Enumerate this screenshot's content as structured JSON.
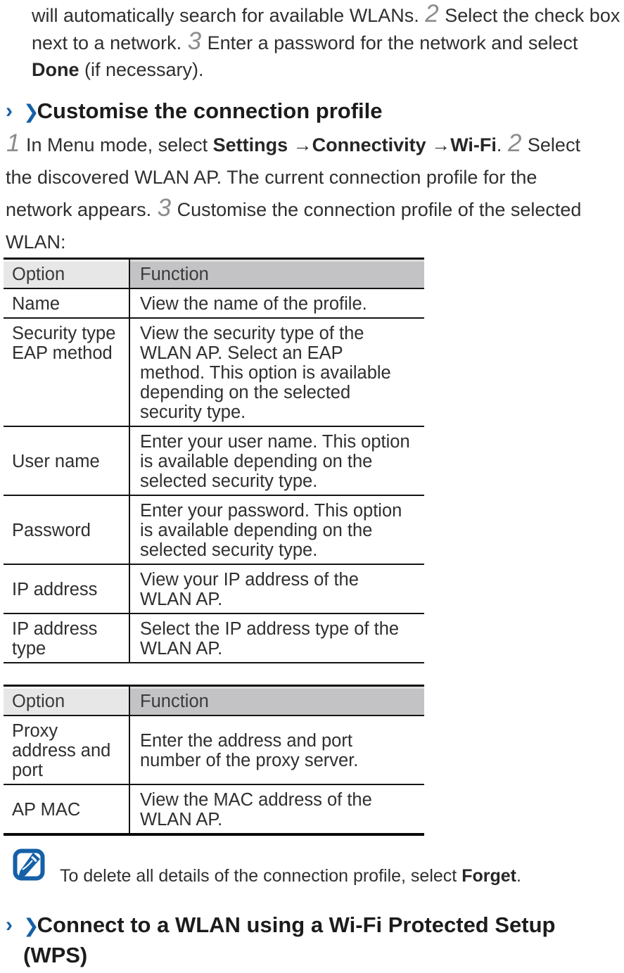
{
  "intro": {
    "lines": [
      {
        "t1": "will automatically search for available WLANs. ",
        "num": "2",
        "t2": " Select the check box"
      },
      {
        "t1": "next to a network. ",
        "num": "3",
        "t2": " Enter a password for the network and select"
      },
      {
        "b": "Done",
        "t2": " (if necessary)."
      }
    ]
  },
  "heading1": {
    "marker": "›",
    "arrow": "❯",
    "title": "Customise the connection profile"
  },
  "steps": {
    "line1": {
      "num": "1",
      "t1": " In Menu mode, select ",
      "b1": "Settings",
      "t2": " →",
      "b2": "Connectivity",
      "t3": " →",
      "b3": "Wi-Fi",
      "t4": ". ",
      "num2": "2",
      "t5": " Select"
    },
    "line2": "the discovered WLAN AP. The current connection profile for the",
    "line3": {
      "t1": "network appears. ",
      "num": "3",
      "t2": " Customise the connection profile of the selected"
    },
    "line4": "WLAN:"
  },
  "table1": {
    "headers": {
      "option": "Option",
      "function": "Function"
    },
    "rows": [
      {
        "option": "Name",
        "function": "View the name of the profile."
      },
      {
        "option": "Security type EAP method",
        "function": "View the security type of the WLAN AP. Select an EAP method. This option is available depending on the selected security type."
      },
      {
        "option": "User name",
        "function": "Enter your user name. This option is available depending on the selected security type."
      },
      {
        "option": "Password",
        "function": "Enter your password. This option is available depending on the selected security type."
      },
      {
        "option": "IP address",
        "function": "View your IP address of the WLAN AP."
      },
      {
        "option": "IP address type",
        "function": "Select the IP address type of the WLAN AP."
      }
    ]
  },
  "table2": {
    "headers": {
      "option": "Option",
      "function": "Function"
    },
    "rows": [
      {
        "option": "Proxy address and port",
        "function": "Enter the address and port number of the proxy server."
      },
      {
        "option": "AP MAC",
        "function": "View the MAC address of the WLAN AP."
      }
    ]
  },
  "note": {
    "icon": "note-pencil-icon",
    "t1": "To delete all details of the connection profile, select ",
    "b": "Forget",
    "t2": "."
  },
  "heading2": {
    "marker": "›",
    "arrow": "❯",
    "line1": "Connect to a WLAN using a Wi-Fi Protected Setup",
    "line2": "(WPS)"
  },
  "colors": {
    "accent_blue": "#1560a8",
    "step_number_gray": "#8a8c8e",
    "table_header_option_bg": "#e7e7e7",
    "table_header_function_bg": "#c3c3c5",
    "body_text": "#2f2f2f"
  }
}
